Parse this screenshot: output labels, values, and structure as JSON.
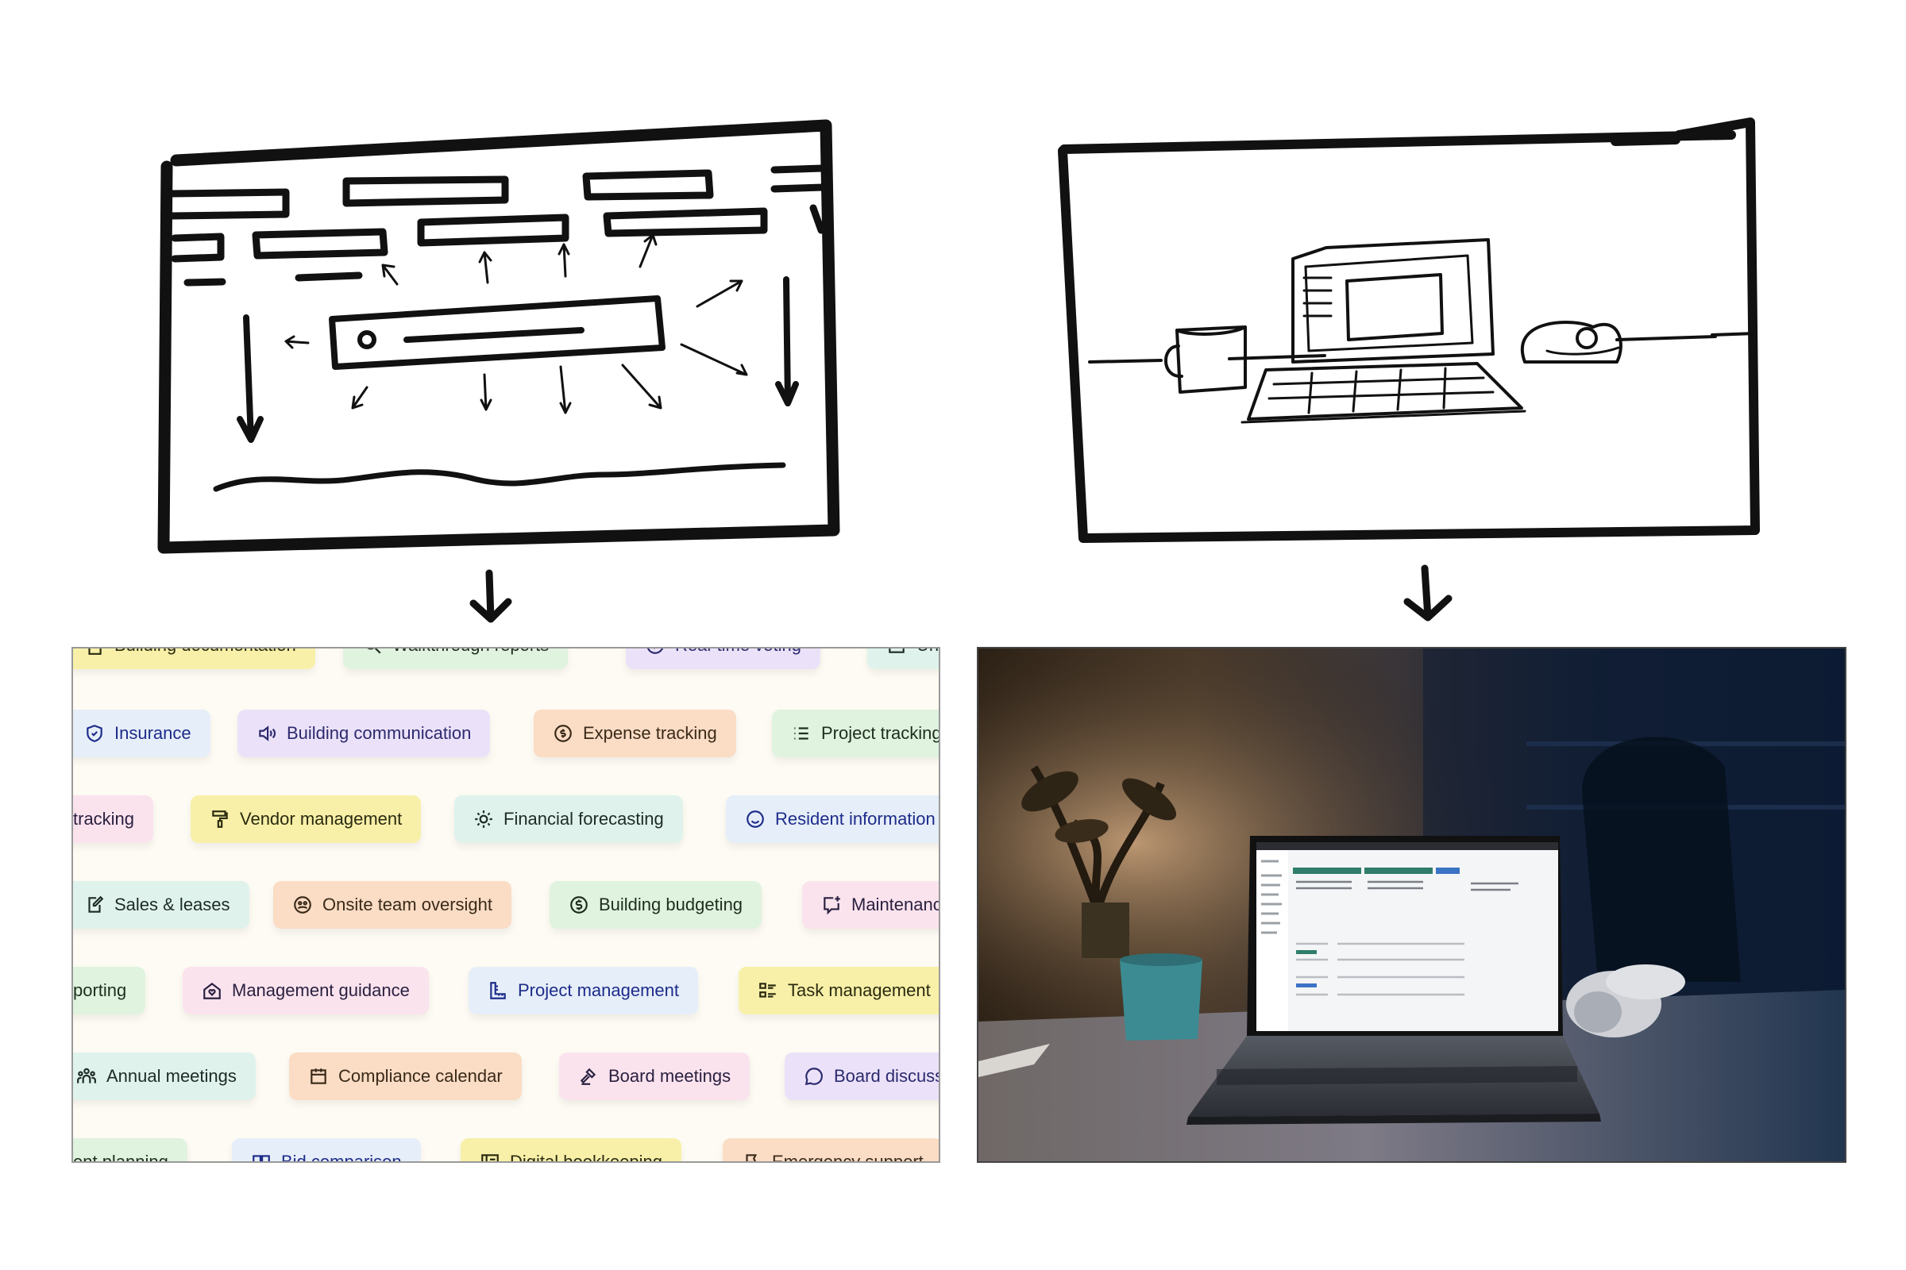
{
  "chips": [
    {
      "label": "Building documentation",
      "icon": "document-icon",
      "color": "#f8f0a8"
    },
    {
      "label": "Walkthrough reports",
      "icon": "search-icon",
      "color": "#e0f3df"
    },
    {
      "label": "Real-time voting",
      "icon": "check-circle-icon",
      "color": "#ebe2f9"
    },
    {
      "label": "Unpaid",
      "icon": "calendar-icon",
      "color": "#dff3ec"
    },
    {
      "label": "Insurance",
      "icon": "shield-icon",
      "color": "#e6eef9"
    },
    {
      "label": "Building communication",
      "icon": "speaker-icon",
      "color": "#ebe2f9"
    },
    {
      "label": "Expense tracking",
      "icon": "coin-refresh-icon",
      "color": "#fbdcc4"
    },
    {
      "label": "Project tracking",
      "icon": "list-icon",
      "color": "#e0f3df"
    },
    {
      "label": "tracking",
      "icon": "",
      "color": "#fbe3ee"
    },
    {
      "label": "Vendor management",
      "icon": "paint-roller-icon",
      "color": "#f8f0a8"
    },
    {
      "label": "Financial forecasting",
      "icon": "sun-icon",
      "color": "#dff3ec"
    },
    {
      "label": "Resident information",
      "icon": "smiley-icon",
      "color": "#e6eef9"
    },
    {
      "label": "Sales & leases",
      "icon": "edit-document-icon",
      "color": "#dff3ec"
    },
    {
      "label": "Onsite team oversight",
      "icon": "team-circle-icon",
      "color": "#fbdcc4"
    },
    {
      "label": "Building budgeting",
      "icon": "dollar-circle-icon",
      "color": "#e0f3df"
    },
    {
      "label": "Maintenance",
      "icon": "chat-plus-icon",
      "color": "#fbe3ee"
    },
    {
      "label": "porting",
      "icon": "",
      "color": "#e0f3df"
    },
    {
      "label": "Management guidance",
      "icon": "home-heart-icon",
      "color": "#fbe3ee"
    },
    {
      "label": "Project management",
      "icon": "ruler-building-icon",
      "color": "#e6eef9"
    },
    {
      "label": "Task management",
      "icon": "task-list-icon",
      "color": "#f8f0a8"
    },
    {
      "label": "Annual meetings",
      "icon": "people-icon",
      "color": "#dff3ec"
    },
    {
      "label": "Compliance calendar",
      "icon": "calendar-icon",
      "color": "#fbdcc4"
    },
    {
      "label": "Board meetings",
      "icon": "gavel-icon",
      "color": "#fbe3ee"
    },
    {
      "label": "Board discuss",
      "icon": "chat-bubble-icon",
      "color": "#ebe2f9"
    },
    {
      "label": "ent planning",
      "icon": "",
      "color": "#e0f3df"
    },
    {
      "label": "Bid comparison",
      "icon": "compare-icon",
      "color": "#e6eef9"
    },
    {
      "label": "Digital bookkeeping",
      "icon": "ledger-icon",
      "color": "#f8f0a8"
    },
    {
      "label": "Emergency support",
      "icon": "support-icon",
      "color": "#fbdcc4"
    }
  ]
}
